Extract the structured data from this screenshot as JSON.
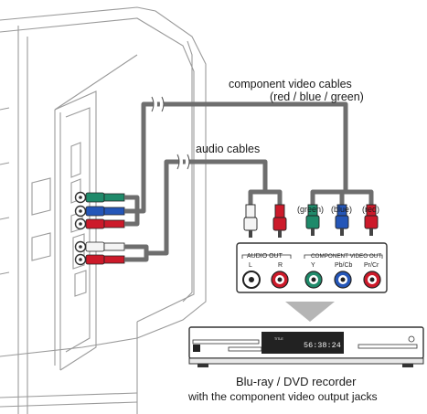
{
  "labels": {
    "component_cables_line1": "component video cables",
    "component_cables_line2": "(red / blue / green)",
    "audio_cables": "audio cables",
    "plug_green": "(green)",
    "plug_blue": "(blue)",
    "plug_red": "(red)",
    "audio_out": "AUDIO OUT",
    "audio_l": "L",
    "audio_r": "R",
    "component_out": "COMPONENT VIDEO OUT",
    "comp_y": "Y",
    "comp_pb": "Pb/Cb",
    "comp_pr": "Pr/Cr",
    "recorder_line1": "Blu-ray / DVD recorder",
    "recorder_line2": "with the component video output jacks",
    "display_time": "56:38:24",
    "display_small": "TITLE\nCHAPTER\nREPEAT A-B"
  },
  "colors": {
    "cable": "#6e6e6e",
    "green": "#1f8a6a",
    "blue": "#2456b8",
    "red": "#cc1a2a",
    "white": "#f4f4f4",
    "line_art": "#9a9a9a",
    "arrow": "#b5b5b5"
  },
  "icons": {
    "down_arrow": "down-arrow-icon",
    "break_mark": "cable-break-icon"
  }
}
